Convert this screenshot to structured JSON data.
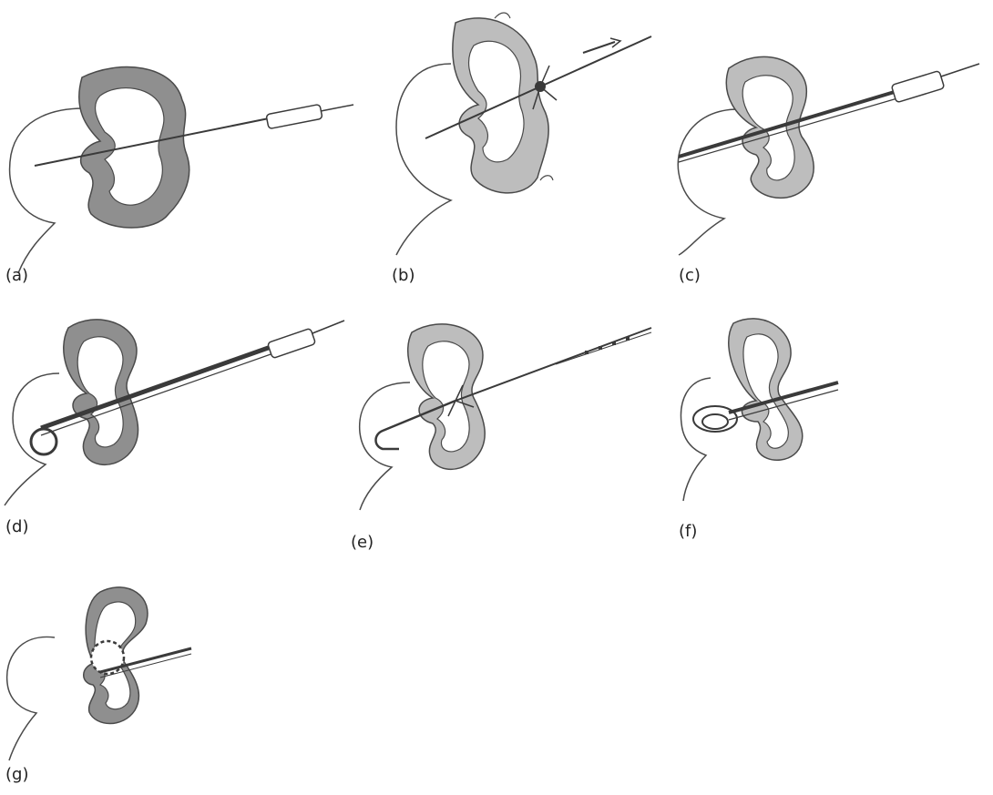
{
  "figure": {
    "panels": [
      {
        "label": "(a)",
        "step": "needle puncture into renal collecting system"
      },
      {
        "label": "(b)",
        "step": "guidewire passed through needle; needle removed"
      },
      {
        "label": "(c)",
        "step": "fascial dilator advanced over guidewire"
      },
      {
        "label": "(d)",
        "step": "sheath and dilator positioned in collecting system"
      },
      {
        "label": "(e)",
        "step": "catheter advanced over wire; wire withdrawn"
      },
      {
        "label": "(f)",
        "step": "pigtail catheter coiling within renal pelvis"
      },
      {
        "label": "(g)",
        "step": "locking pigtail nephrostomy catheter in final position"
      }
    ],
    "colors": {
      "cortex": "#8f8f8f",
      "cortex_light": "#bdbdbd",
      "outline": "#4a4a4a",
      "instrument": "#3a3a3a",
      "background": "#ffffff"
    }
  }
}
